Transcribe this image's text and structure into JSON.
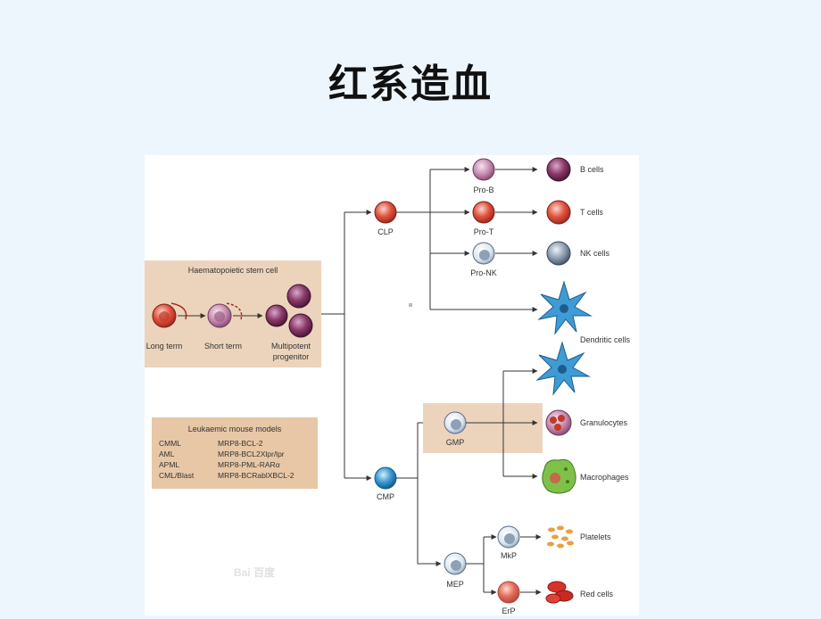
{
  "slide": {
    "title": "红系造血"
  },
  "hsc": {
    "box_title": "Haematopoietic stem cell",
    "long_term": "Long term",
    "short_term": "Short term",
    "multipotent_line1": "Multipotent",
    "multipotent_line2": "progenitor"
  },
  "models": {
    "box_title": "Leukaemic mouse models",
    "rows": [
      {
        "disease": "CMML",
        "model": "MRP8-BCL-2"
      },
      {
        "disease": "AML",
        "model": "MRP8-BCL2Xlpr/lpr"
      },
      {
        "disease": "APML",
        "model": "MRP8-PML-RARα"
      },
      {
        "disease": "CML/Blast",
        "model": "MRP8-BCRablXBCL-2"
      }
    ]
  },
  "nodes": {
    "clp": "CLP",
    "cmp": "CMP",
    "gmp": "GMP",
    "mep": "MEP",
    "pro_b": "Pro-B",
    "pro_t": "Pro-T",
    "pro_nk": "Pro-NK",
    "mkp": "MkP",
    "erp": "ErP"
  },
  "outputs": {
    "b_cells": "B cells",
    "t_cells": "T cells",
    "nk_cells": "NK cells",
    "dendritic_cells": "Dendritic cells",
    "granulocytes": "Granulocytes",
    "macrophages": "Macrophages",
    "platelets": "Platelets",
    "red_cells": "Red cells"
  },
  "watermark": "Bai 百度"
}
